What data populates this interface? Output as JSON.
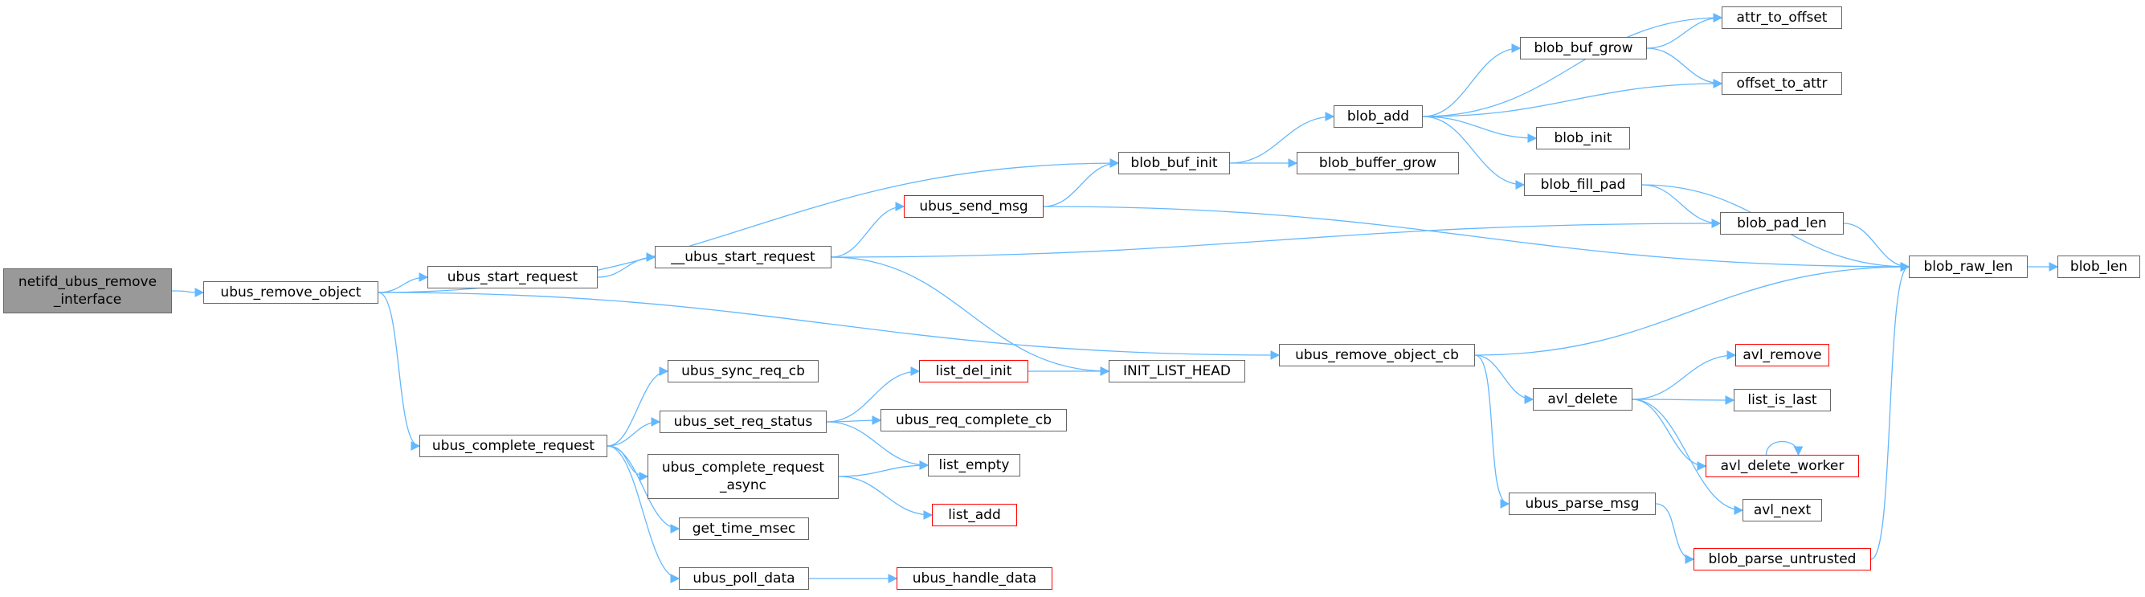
{
  "colors": {
    "edge": "#63b8ff",
    "border": "#666666",
    "root_fill": "#999999",
    "truncated_border": "#ff0000"
  },
  "nodes": {
    "netifd_ubus_remove_interface": {
      "label": "netifd_ubus_remove\n_interface",
      "style": "root"
    },
    "ubus_remove_object": {
      "label": "ubus_remove_object"
    },
    "ubus_start_request": {
      "label": "ubus_start_request"
    },
    "__ubus_start_request": {
      "label": "__ubus_start_request"
    },
    "ubus_send_msg": {
      "label": "ubus_send_msg",
      "style": "truncated"
    },
    "blob_buf_init": {
      "label": "blob_buf_init"
    },
    "blob_buffer_grow": {
      "label": "blob_buffer_grow"
    },
    "blob_add": {
      "label": "blob_add"
    },
    "blob_buf_grow": {
      "label": "blob_buf_grow"
    },
    "attr_to_offset": {
      "label": "attr_to_offset"
    },
    "offset_to_attr": {
      "label": "offset_to_attr"
    },
    "blob_init": {
      "label": "blob_init"
    },
    "blob_fill_pad": {
      "label": "blob_fill_pad"
    },
    "blob_pad_len": {
      "label": "blob_pad_len"
    },
    "blob_raw_len": {
      "label": "blob_raw_len"
    },
    "blob_len": {
      "label": "blob_len"
    },
    "ubus_complete_request": {
      "label": "ubus_complete_request"
    },
    "ubus_sync_req_cb": {
      "label": "ubus_sync_req_cb"
    },
    "ubus_set_req_status": {
      "label": "ubus_set_req_status"
    },
    "list_del_init": {
      "label": "list_del_init",
      "style": "truncated"
    },
    "INIT_LIST_HEAD": {
      "label": "INIT_LIST_HEAD"
    },
    "ubus_req_complete_cb": {
      "label": "ubus_req_complete_cb"
    },
    "ubus_complete_request_async": {
      "label": "ubus_complete_request\n_async"
    },
    "list_empty": {
      "label": "list_empty"
    },
    "list_add": {
      "label": "list_add",
      "style": "truncated"
    },
    "get_time_msec": {
      "label": "get_time_msec"
    },
    "ubus_poll_data": {
      "label": "ubus_poll_data"
    },
    "ubus_handle_data": {
      "label": "ubus_handle_data",
      "style": "truncated"
    },
    "ubus_remove_object_cb": {
      "label": "ubus_remove_object_cb"
    },
    "avl_delete": {
      "label": "avl_delete"
    },
    "avl_remove": {
      "label": "avl_remove",
      "style": "truncated"
    },
    "list_is_last": {
      "label": "list_is_last"
    },
    "avl_delete_worker": {
      "label": "avl_delete_worker",
      "style": "truncated"
    },
    "avl_next": {
      "label": "avl_next"
    },
    "ubus_parse_msg": {
      "label": "ubus_parse_msg"
    },
    "blob_parse_untrusted": {
      "label": "blob_parse_untrusted",
      "style": "truncated"
    }
  },
  "edges": [
    [
      "netifd_ubus_remove_interface",
      "ubus_remove_object"
    ],
    [
      "ubus_remove_object",
      "blob_buf_init"
    ],
    [
      "ubus_remove_object",
      "ubus_start_request"
    ],
    [
      "ubus_remove_object",
      "ubus_remove_object_cb"
    ],
    [
      "ubus_remove_object",
      "ubus_complete_request"
    ],
    [
      "ubus_start_request",
      "__ubus_start_request"
    ],
    [
      "__ubus_start_request",
      "ubus_send_msg"
    ],
    [
      "__ubus_start_request",
      "blob_pad_len"
    ],
    [
      "__ubus_start_request",
      "INIT_LIST_HEAD"
    ],
    [
      "ubus_send_msg",
      "blob_buf_init"
    ],
    [
      "ubus_send_msg",
      "blob_raw_len"
    ],
    [
      "blob_buf_init",
      "blob_add"
    ],
    [
      "blob_buf_init",
      "blob_buffer_grow"
    ],
    [
      "blob_add",
      "attr_to_offset"
    ],
    [
      "blob_add",
      "blob_buf_grow"
    ],
    [
      "blob_add",
      "offset_to_attr"
    ],
    [
      "blob_add",
      "blob_init"
    ],
    [
      "blob_add",
      "blob_fill_pad"
    ],
    [
      "blob_buf_grow",
      "attr_to_offset"
    ],
    [
      "blob_buf_grow",
      "offset_to_attr"
    ],
    [
      "blob_fill_pad",
      "blob_raw_len"
    ],
    [
      "blob_fill_pad",
      "blob_pad_len"
    ],
    [
      "blob_pad_len",
      "blob_raw_len"
    ],
    [
      "blob_raw_len",
      "blob_len"
    ],
    [
      "ubus_complete_request",
      "ubus_sync_req_cb"
    ],
    [
      "ubus_complete_request",
      "ubus_set_req_status"
    ],
    [
      "ubus_complete_request",
      "ubus_complete_request_async"
    ],
    [
      "ubus_complete_request",
      "get_time_msec"
    ],
    [
      "ubus_complete_request",
      "ubus_poll_data"
    ],
    [
      "ubus_set_req_status",
      "list_del_init"
    ],
    [
      "ubus_set_req_status",
      "ubus_req_complete_cb"
    ],
    [
      "ubus_set_req_status",
      "list_empty"
    ],
    [
      "list_del_init",
      "INIT_LIST_HEAD"
    ],
    [
      "ubus_complete_request_async",
      "list_empty"
    ],
    [
      "ubus_complete_request_async",
      "list_add"
    ],
    [
      "ubus_poll_data",
      "ubus_handle_data"
    ],
    [
      "ubus_remove_object_cb",
      "blob_raw_len"
    ],
    [
      "ubus_remove_object_cb",
      "avl_delete"
    ],
    [
      "ubus_remove_object_cb",
      "ubus_parse_msg"
    ],
    [
      "avl_delete",
      "avl_remove"
    ],
    [
      "avl_delete",
      "list_is_last"
    ],
    [
      "avl_delete",
      "avl_delete_worker"
    ],
    [
      "avl_delete",
      "avl_next"
    ],
    [
      "avl_delete_worker",
      "avl_delete_worker"
    ],
    [
      "ubus_parse_msg",
      "blob_parse_untrusted"
    ],
    [
      "blob_parse_untrusted",
      "blob_raw_len"
    ]
  ]
}
